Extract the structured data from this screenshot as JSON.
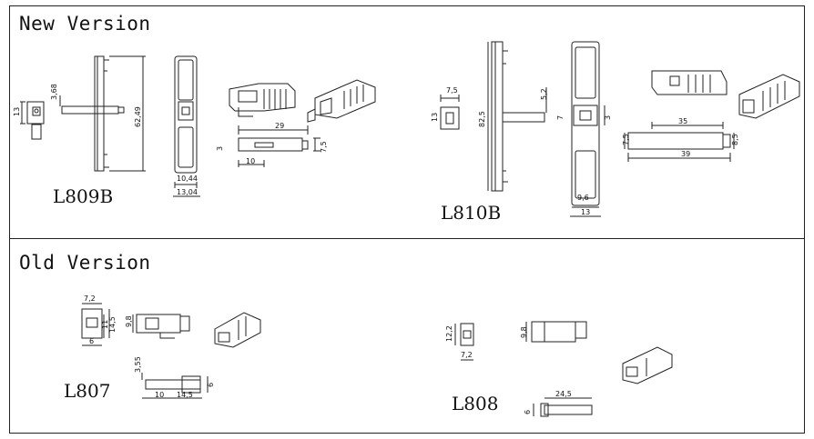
{
  "sections": {
    "new_title": "New Version",
    "old_title": "Old Version"
  },
  "models": {
    "l809b": "L809B",
    "l810b": "L810B",
    "l807": "L807",
    "l808": "L808"
  },
  "dimensions": {
    "l809b": {
      "height": "13",
      "offset": "3,68",
      "length": "62,49",
      "w1": "10,44",
      "w2": "13,04",
      "pin_len": "29",
      "pin_thk": "3",
      "pin_tip": "10",
      "side_h": "7,5"
    },
    "l810b": {
      "top_w": "7,5",
      "height": "13",
      "length": "82,5",
      "c1": "5,2",
      "c2": "7",
      "c3": "3",
      "w1": "9,6",
      "w2": "13",
      "top_len": "35",
      "side_h1": "7,5",
      "side_h2": "8,5",
      "total_len": "39"
    },
    "l807": {
      "w": "7,2",
      "h1": "11",
      "h2": "14,5",
      "b": "6",
      "m": "9,8",
      "pin_h": "3,55",
      "l1": "10",
      "l2": "14,5",
      "l3": "6"
    },
    "l808": {
      "h": "12,2",
      "b": "7,2",
      "m": "9,8",
      "len": "24,5",
      "t": "6"
    }
  }
}
